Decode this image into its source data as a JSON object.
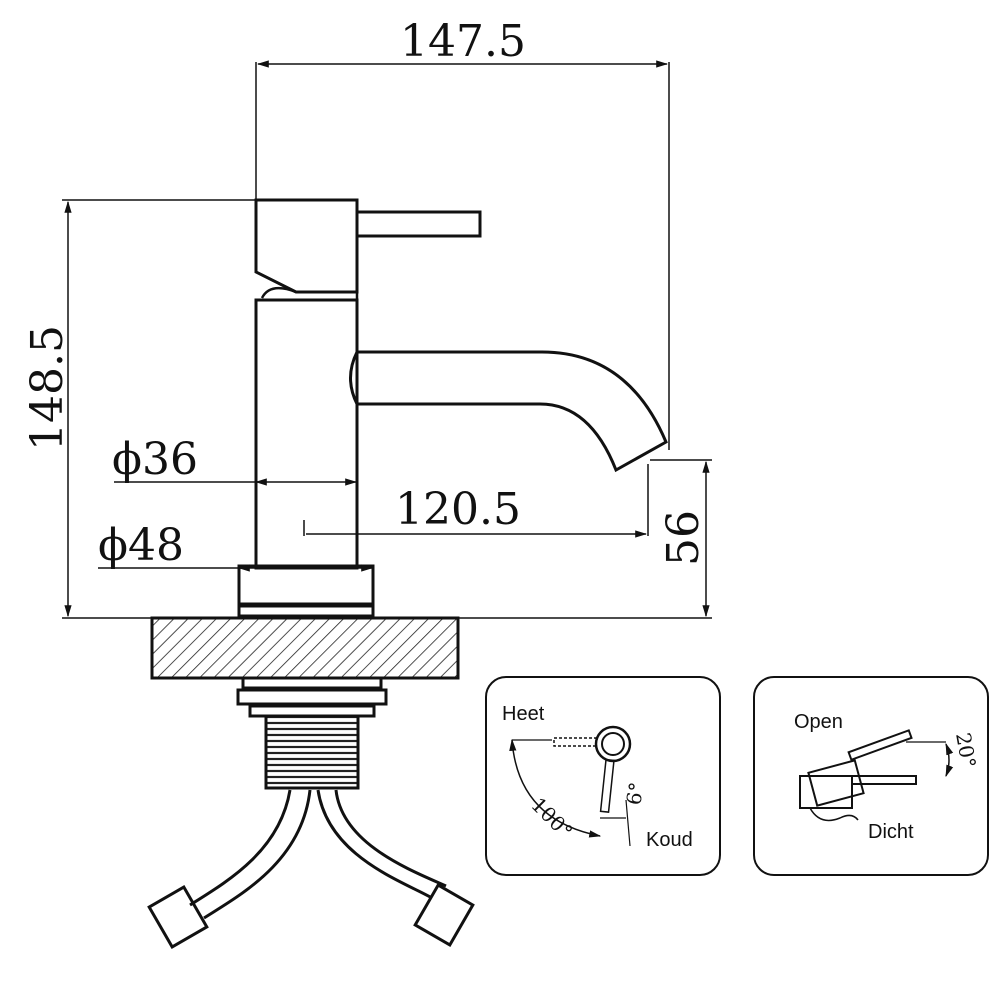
{
  "dimensions": {
    "total_width": "147.5",
    "total_height": "148.5",
    "body_diameter": "ϕ36",
    "base_diameter": "ϕ48",
    "spout_reach": "120.5",
    "spout_height": "56"
  },
  "temperature_panel": {
    "hot_label": "Heet",
    "cold_label": "Koud",
    "rotation_angle": "100°",
    "offset_angle": "6°"
  },
  "flow_panel": {
    "open_label": "Open",
    "closed_label": "Dicht",
    "lift_angle": "20°"
  }
}
